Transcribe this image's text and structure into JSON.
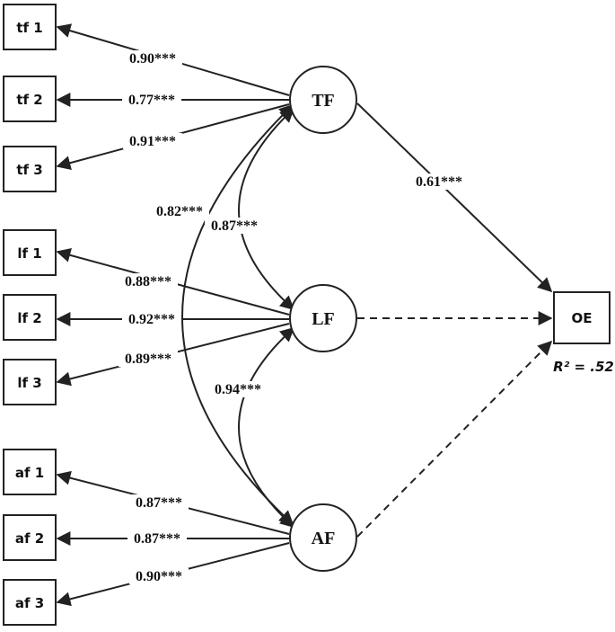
{
  "indicators": {
    "tf1": "tf 1",
    "tf2": "tf 2",
    "tf3": "tf 3",
    "lf1": "lf 1",
    "lf2": "lf 2",
    "lf3": "lf 3",
    "af1": "af 1",
    "af2": "af 2",
    "af3": "af 3",
    "oe": "OE"
  },
  "latents": {
    "tf": "TF",
    "lf": "LF",
    "af": "AF"
  },
  "loadings": {
    "tf1": "0.90***",
    "tf2": "0.77***",
    "tf3": "0.91***",
    "lf1": "0.88***",
    "lf2": "0.92***",
    "lf3": "0.89***",
    "af1": "0.87***",
    "af2": "0.87***",
    "af3": "0.90***"
  },
  "correlations": {
    "tf_af": "0.82***",
    "tf_lf": "0.87***",
    "lf_af": "0.94***"
  },
  "paths": {
    "tf_oe": "0.61***"
  },
  "r2": "R² = .52",
  "colors": {
    "stroke": "#222222",
    "background": "#ffffff"
  }
}
